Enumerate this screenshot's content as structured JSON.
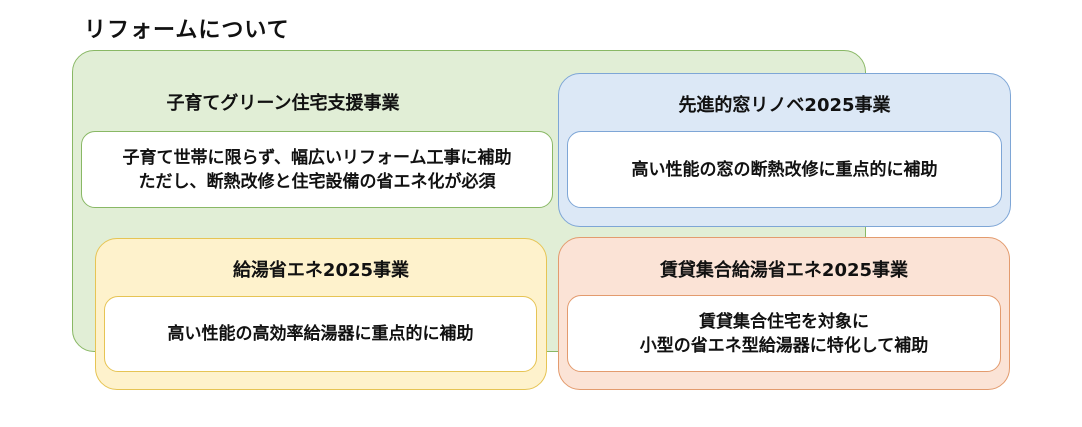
{
  "title": "リフォームについて",
  "panels": {
    "kosodate": {
      "title": "子育てグリーン住宅支援事業",
      "lines": [
        "子育て世帯に限らず、幅広いリフォーム工事に補助",
        "ただし、断熱改修と住宅設備の省エネ化が必須"
      ]
    },
    "madoreno": {
      "title": "先進的窓リノベ2025事業",
      "lines": [
        "高い性能の窓の断熱改修に重点的に補助"
      ]
    },
    "kyuto": {
      "title": "給湯省エネ2025事業",
      "lines": [
        "高い性能の高効率給湯器に重点的に補助"
      ]
    },
    "chintai": {
      "title": "賃貸集合給湯省エネ2025事業",
      "lines": [
        "賃貸集合住宅を対象に",
        "小型の省エネ型給湯器に特化して補助"
      ]
    }
  },
  "colors": {
    "green_fill": "#e1eed6",
    "blue_fill": "#dce8f6",
    "yellow_fill": "#fef2cc",
    "orange_fill": "#fbe3d6"
  }
}
